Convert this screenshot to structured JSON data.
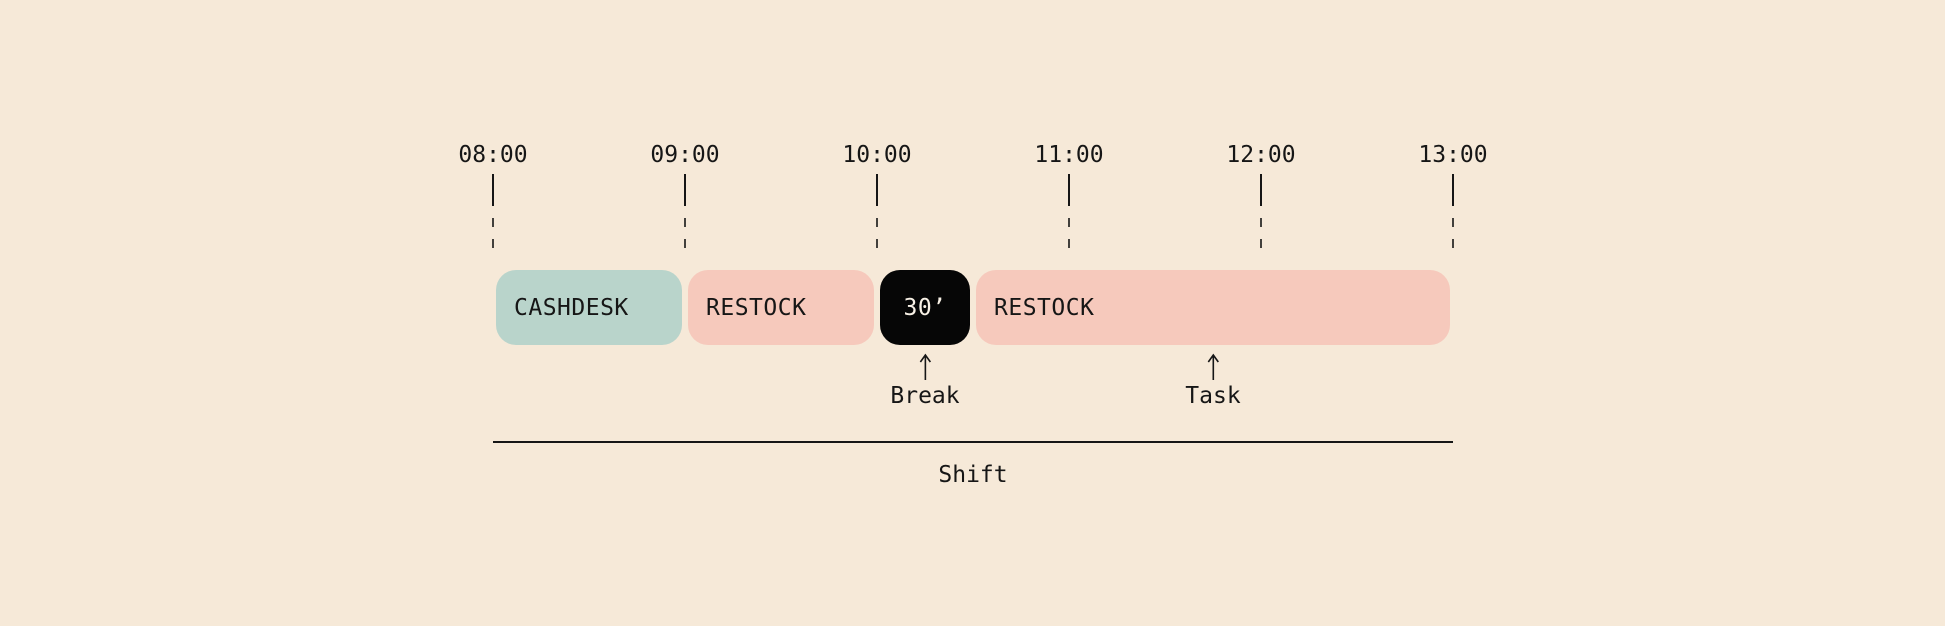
{
  "colors": {
    "bg": "#f6e9d8",
    "ink": "#161616",
    "teal": "#b9d4cb",
    "pink": "#f6c9bc",
    "block-black": "#060606",
    "on-black": "#f8f1e6"
  },
  "chart_data": {
    "type": "bar",
    "subtype": "gantt-shift-timeline",
    "title": "",
    "axis_label": "Shift",
    "x_axis": {
      "ticks": [
        "08:00",
        "09:00",
        "10:00",
        "11:00",
        "12:00",
        "13:00"
      ],
      "range_hours": [
        8,
        13
      ],
      "grid": "dashed-stems-under-each-tick"
    },
    "legend": "none",
    "segments": [
      {
        "label": "CASHDESK",
        "start": "08:00",
        "end": "09:00",
        "color": "#b9d4cb",
        "text_color": "#161616",
        "align": "left",
        "annotation": null
      },
      {
        "label": "RESTOCK",
        "start": "09:00",
        "end": "10:00",
        "color": "#f6c9bc",
        "text_color": "#161616",
        "align": "left",
        "annotation": null
      },
      {
        "label": "30’",
        "start": "10:00",
        "end": "10:30",
        "color": "#060606",
        "text_color": "#f8f1e6",
        "align": "center",
        "annotation": "Break"
      },
      {
        "label": "RESTOCK",
        "start": "10:30",
        "end": "13:00",
        "color": "#f6c9bc",
        "text_color": "#161616",
        "align": "left",
        "annotation": "Task"
      }
    ]
  }
}
